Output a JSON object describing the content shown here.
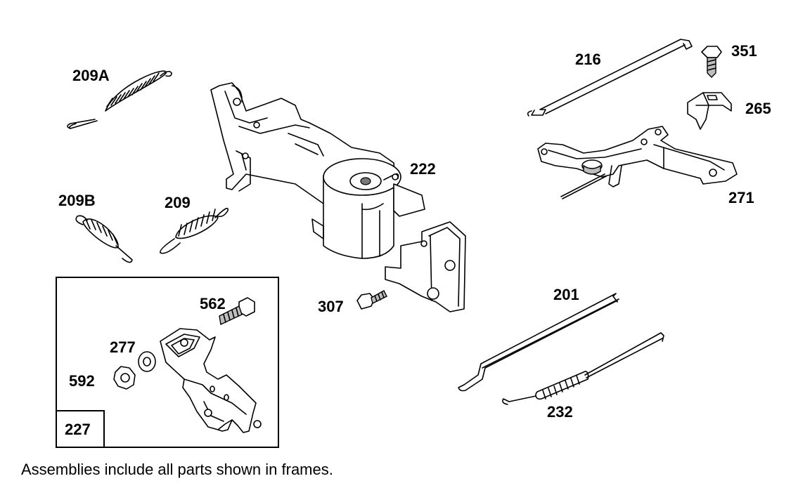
{
  "labels": {
    "p209A": "209A",
    "p209B": "209B",
    "p209": "209",
    "p222": "222",
    "p307": "307",
    "p216": "216",
    "p351": "351",
    "p265": "265",
    "p271": "271",
    "p201": "201",
    "p232": "232",
    "p562": "562",
    "p277": "277",
    "p592": "592",
    "p227": "227"
  },
  "footnote": "Assemblies include all parts shown in frames."
}
